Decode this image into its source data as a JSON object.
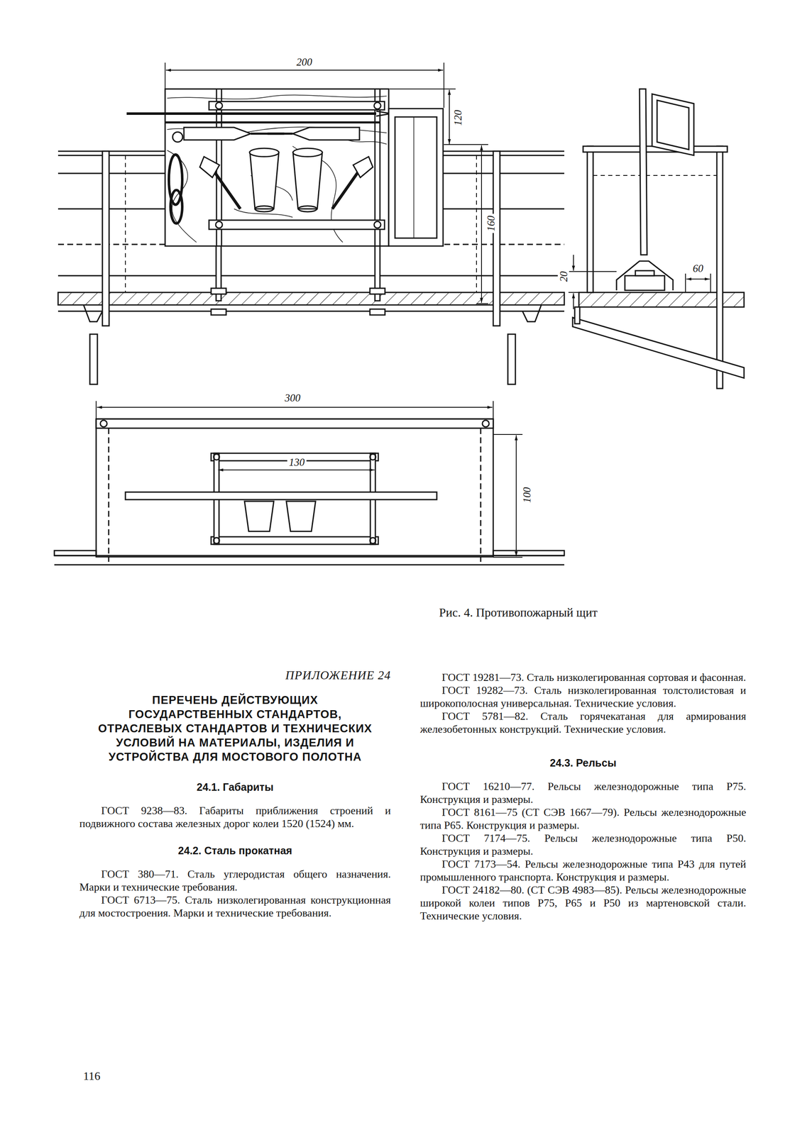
{
  "diagram": {
    "title": "ПЕРЕЧЕНЬ ДЕЙСТВУЮЩИХ ГОСУДАРСТВЕННЫХ СТАНДАРТОВ, ОТРАСЛЕВЫХ СТАНДАРТОВ И ТЕХНИЧЕСКИХ УСЛОВИЙ НА МАТЕРИАЛЫ, ИЗДЕЛИЯ И УСТРОЙСТВА ДЛЯ МОСТОВОГО ПОЛОТНА",
    "caption": "Рис. 4. Противопожарный щит",
    "labels": [
      "200",
      "120",
      "160",
      "20",
      "60",
      "300",
      "130",
      "100",
      "ПРИЛОЖЕНИЕ 24",
      "24.1. Габариты",
      "ГОСТ 9238—83. Габариты приближения строений и подвижного состава железных дорог колеи 1520 (1524) мм.",
      "24.2. Сталь прокатная",
      "ГОСТ 380—71. Сталь углеродистая общего назначения. Марки и технические требования.",
      "ГОСТ 6713—75. Сталь низколегированная конструкционная для мостостроения. Марки и технические требования.",
      "116",
      "ГОСТ 19281—73. Сталь низколегированная сортовая и фасонная.",
      "ГОСТ 19282—73. Сталь низколегированная толстолистовая и широкополосная универсальная. Технические условия.",
      "ГОСТ 5781—82. Сталь горячекатаная для армирования железобетонных конструкций. Технические условия.",
      "24.3. Рельсы",
      "ГОСТ 16210—77. Рельсы железнодорожные типа Р75. Конструкция и размеры.",
      "ГОСТ 8161—75 (СТ СЭВ 1667—79). Рельсы железнодорожные типа Р65. Конструкция и размеры.",
      "ГОСТ 7174—75. Рельсы железнодорожные типа Р50. Конструкция и размеры.",
      "ГОСТ 7173—54. Рельсы железнодорожные типа Р43 для путей промышленного транспорта. Конструкция и размеры.",
      "ГОСТ 24182—80. (СТ СЭВ 4983—85). Рельсы железнодорожные широкой колеи типов Р75, Р65 и Р50 из мартеновской стали. Технические условия."
    ]
  }
}
